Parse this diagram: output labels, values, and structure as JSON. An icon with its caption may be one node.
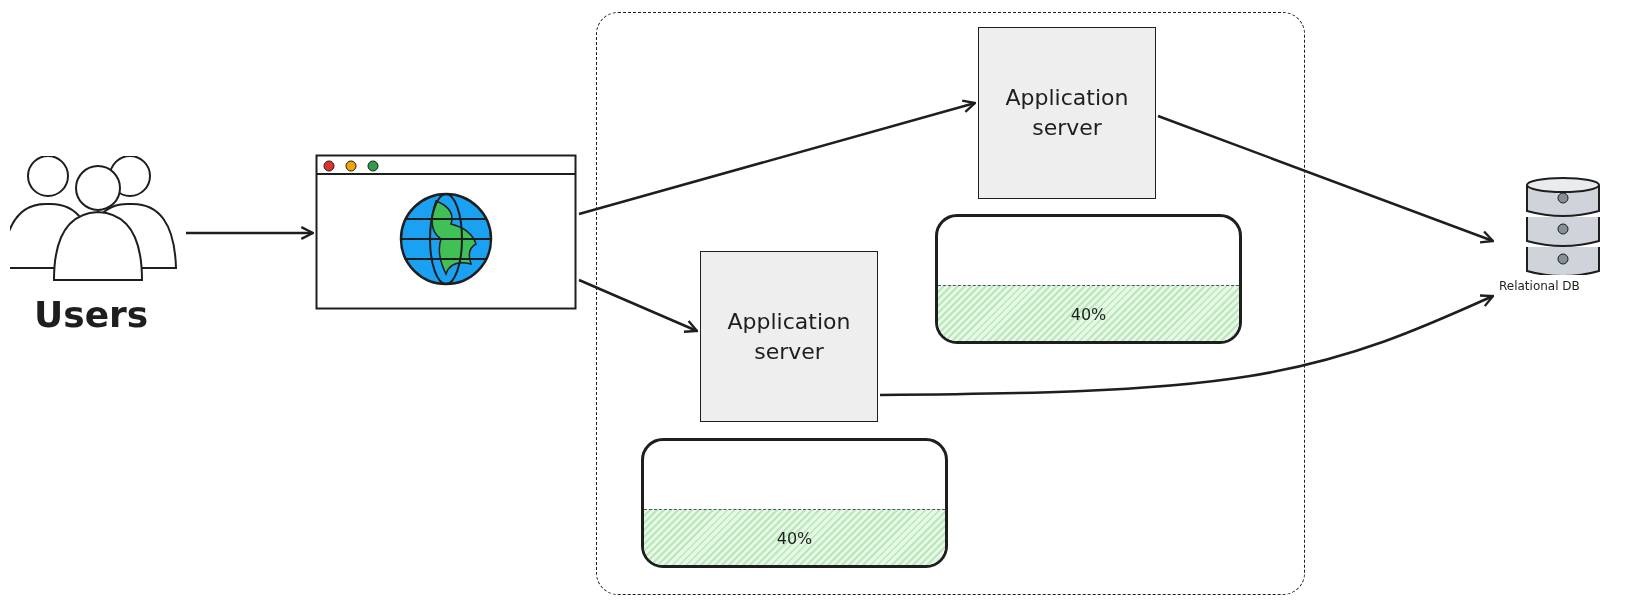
{
  "diagram": {
    "nodes": [
      {
        "text": [],
        "shape": "person",
        "beside": [
          "Users"
        ]
      },
      {
        "text": [],
        "shape": "picture"
      },
      {
        "text": [],
        "shape": "box"
      },
      {
        "text": [
          "Application server"
        ],
        "in": 2
      },
      {
        "text": [
          "40%"
        ],
        "in": 2
      },
      {
        "text": [
          "Application server"
        ],
        "in": 2
      },
      {
        "text": [
          "40%"
        ],
        "in": 2
      },
      {
        "text": [],
        "shape": "cylinder",
        "beside": [
          "Relational DB"
        ]
      }
    ],
    "edges": [
      {
        "from": 0,
        "to": 1,
        "arrow": "to"
      },
      {
        "from": 1,
        "to": 3,
        "arrow": "to"
      },
      {
        "from": 1,
        "to": 5,
        "arrow": "to"
      },
      {
        "from": 3,
        "to": 7,
        "arrow": "to"
      },
      {
        "from": 5,
        "to": 7,
        "arrow": "to"
      }
    ]
  }
}
